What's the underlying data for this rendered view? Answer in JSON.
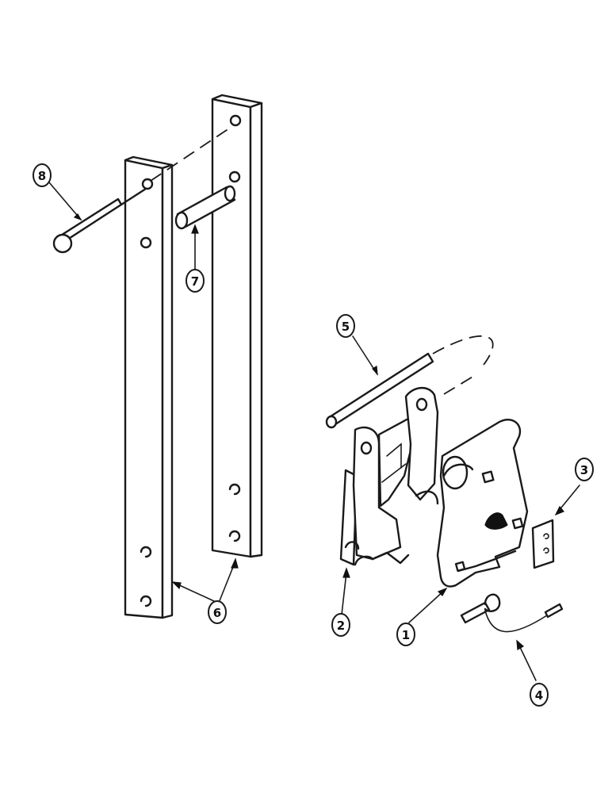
{
  "callouts": {
    "c1": "1",
    "c2": "2",
    "c3": "3",
    "c4": "4",
    "c5": "5",
    "c6": "6",
    "c7": "7",
    "c8": "8"
  },
  "colors": {
    "ink": "#1a1a1a",
    "paper": "#ffffff"
  }
}
